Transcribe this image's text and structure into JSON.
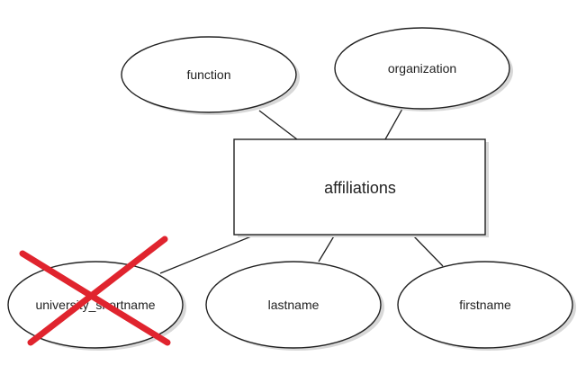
{
  "entity": {
    "label": "affiliations"
  },
  "attributes": {
    "function": "function",
    "organization": "organization",
    "university_shortname": "university_shortname",
    "lastname": "lastname",
    "firstname": "firstname"
  },
  "colors": {
    "outline": "#222222",
    "shadow": "#d8d8d8",
    "strike": "#e0242e"
  },
  "annotations": {
    "university_shortname_removed": true
  }
}
